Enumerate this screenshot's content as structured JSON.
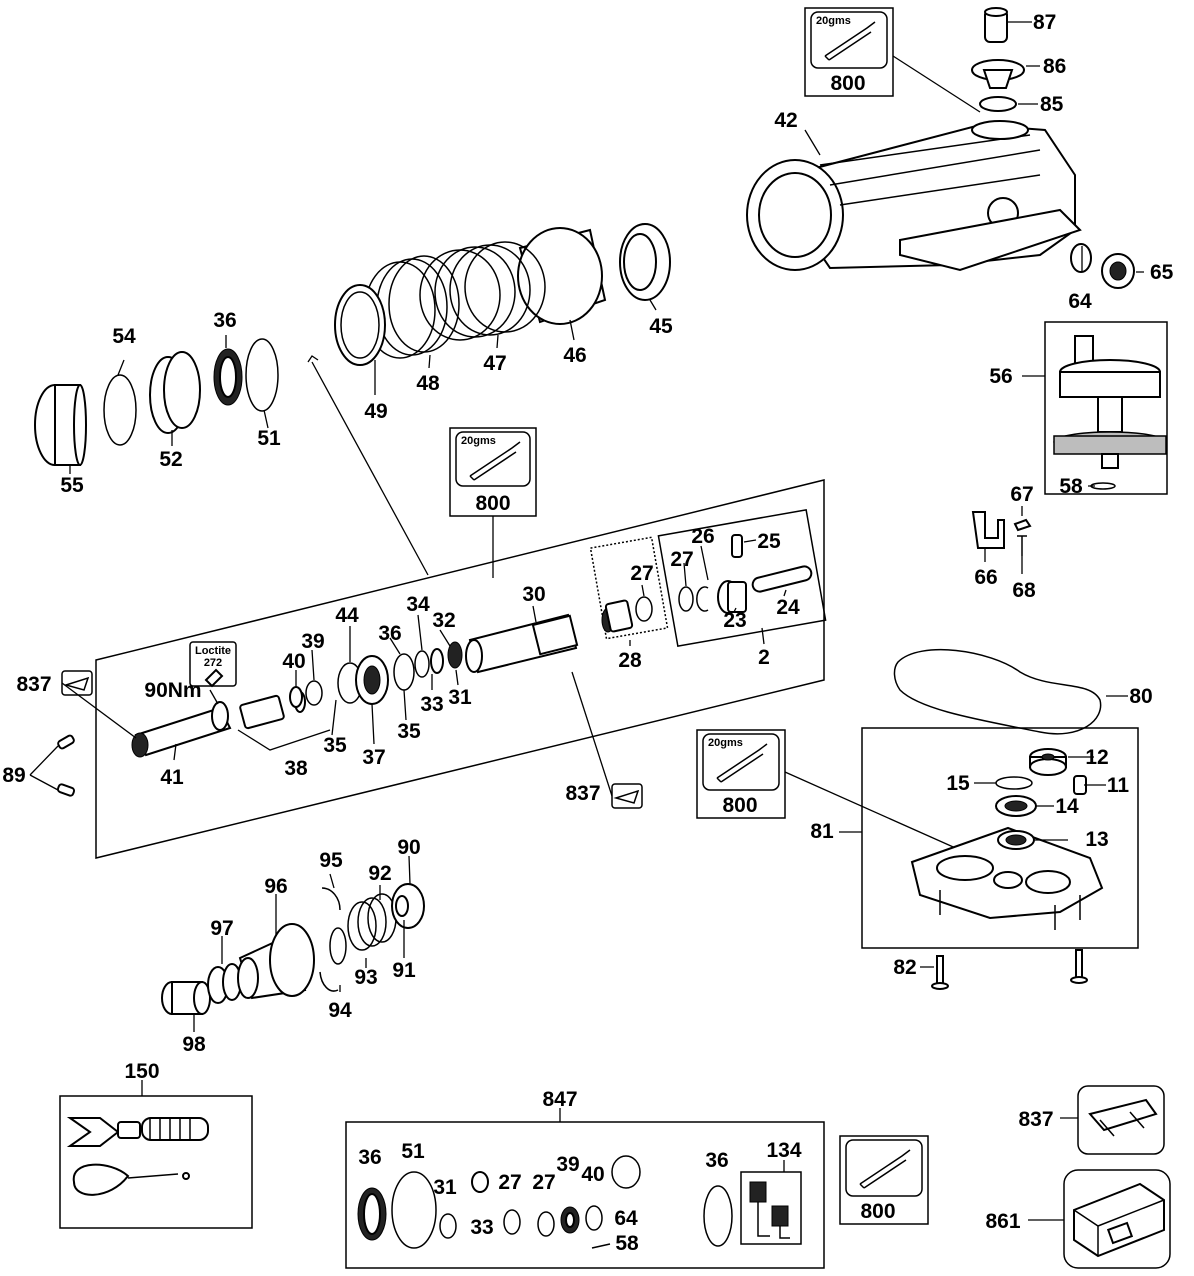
{
  "labels": {
    "p87": "87",
    "p86": "86",
    "p85": "85",
    "p42": "42",
    "p64a": "64",
    "p65": "65",
    "p45": "45",
    "p46": "46",
    "p47": "47",
    "p48": "48",
    "p49": "49",
    "p54": "54",
    "p36a": "36",
    "p51a": "51",
    "p52": "52",
    "p55": "55",
    "p56": "56",
    "p58a": "58",
    "p67": "67",
    "p66": "66",
    "p68": "68",
    "p30": "30",
    "p27a": "27",
    "p28": "28",
    "p26": "26",
    "p25": "25",
    "p27b": "27",
    "p23": "23",
    "p24": "24",
    "p2": "2",
    "p34": "34",
    "p32": "32",
    "p44": "44",
    "p36b": "36",
    "p39a": "39",
    "p40a": "40",
    "p33a": "33",
    "p31a": "31",
    "p35a": "35",
    "p35b": "35",
    "p37": "37",
    "p38": "38",
    "p41": "41",
    "p837a": "837",
    "p837b": "837",
    "p89": "89",
    "torque": "90Nm",
    "p80": "80",
    "p12": "12",
    "p15": "15",
    "p11": "11",
    "p14": "14",
    "p81": "81",
    "p13": "13",
    "p82": "82",
    "p95": "95",
    "p90": "90",
    "p96": "96",
    "p92": "92",
    "p97": "97",
    "p91": "91",
    "p93": "93",
    "p94": "94",
    "p98": "98",
    "p150": "150",
    "p847": "847",
    "p134": "134",
    "p837c": "837",
    "p861": "861",
    "k36a": "36",
    "k51": "51",
    "k31": "31",
    "k33": "33",
    "k27a": "27",
    "k27b": "27",
    "k39": "39",
    "k40": "40",
    "k64": "64",
    "k58": "58",
    "k36b": "36"
  },
  "grease": {
    "weight": "20gms",
    "code": "800"
  },
  "loctite": {
    "name": "Loctite",
    "number": "272"
  }
}
